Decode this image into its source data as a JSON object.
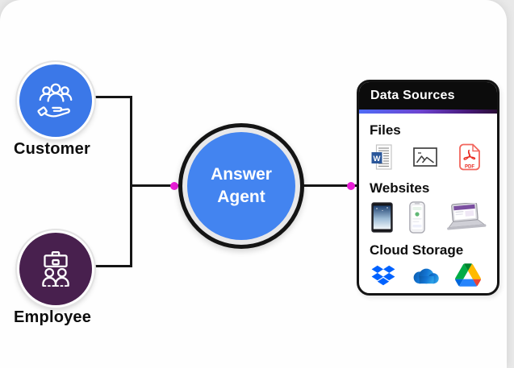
{
  "page": {
    "background": "#e9e9e9",
    "card_background": "#fefefe"
  },
  "nodes": {
    "customer": {
      "label": "Customer",
      "circle_color": "#3b78e8"
    },
    "employee": {
      "label": "Employee",
      "circle_color": "#48204e"
    },
    "agent": {
      "line1": "Answer",
      "line2": "Agent",
      "circle_color": "#4384f0"
    }
  },
  "connectors": {
    "line_color": "#151515",
    "dot_color": "#e81bd6"
  },
  "data_sources": {
    "title": "Data Sources",
    "header_bg": "#0c0c0c",
    "accent_gradient": [
      "#4f6cf6",
      "#2a0e35"
    ],
    "sections": [
      {
        "label": "Files",
        "icons": [
          "word-document-icon",
          "image-file-icon",
          "pdf-file-icon"
        ]
      },
      {
        "label": "Websites",
        "icons": [
          "tablet-icon",
          "smartphone-icon",
          "laptop-icon"
        ]
      },
      {
        "label": "Cloud Storage",
        "icons": [
          "dropbox-icon",
          "onedrive-icon",
          "google-drive-icon"
        ]
      }
    ]
  }
}
